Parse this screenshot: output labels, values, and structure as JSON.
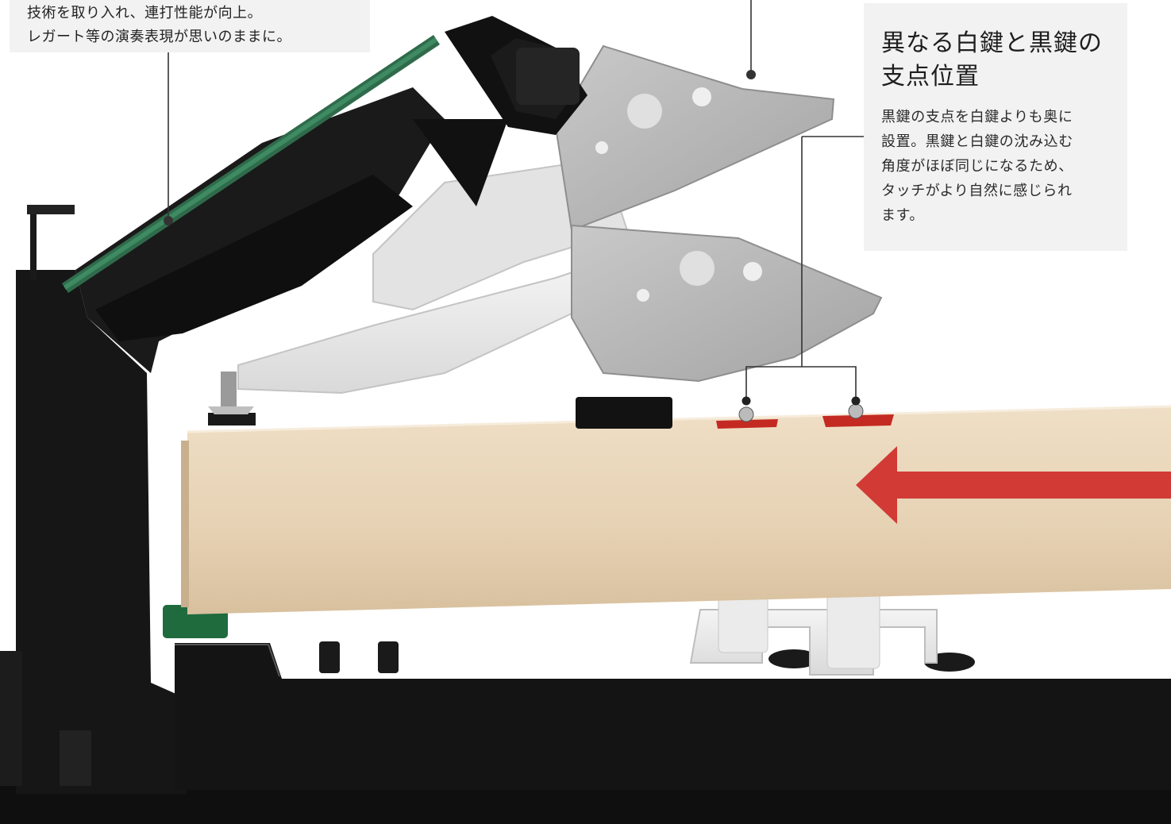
{
  "callouts": {
    "top_left": {
      "line1": "技術を取り入れ、連打性能が向上。",
      "line2": "レガート等の演奏表現が思いのままに。"
    },
    "right": {
      "heading_line1": "異なる白鍵と黒鍵の",
      "heading_line2": "支点位置",
      "body_line1": "黒鍵の支点を白鍵よりも奥に",
      "body_line2": "設置。黒鍵と白鍵の沈み込む",
      "body_line3": "角度がほぼ同じになるため、",
      "body_line4": "タッチがより自然に感じられ",
      "body_line5": "ます。"
    }
  },
  "colors": {
    "frame": "#151515",
    "hammer_gray": "#b4b4b4",
    "key_wood": "#e9d6bb",
    "arrow_red": "#d23a35",
    "pivot_red": "#c42a22",
    "felt_green": "#1f6b3e",
    "pcb_green": "#2f6b4b",
    "leader_line": "#333333"
  },
  "icons": {
    "direction_arrow": "left-arrow-icon"
  }
}
